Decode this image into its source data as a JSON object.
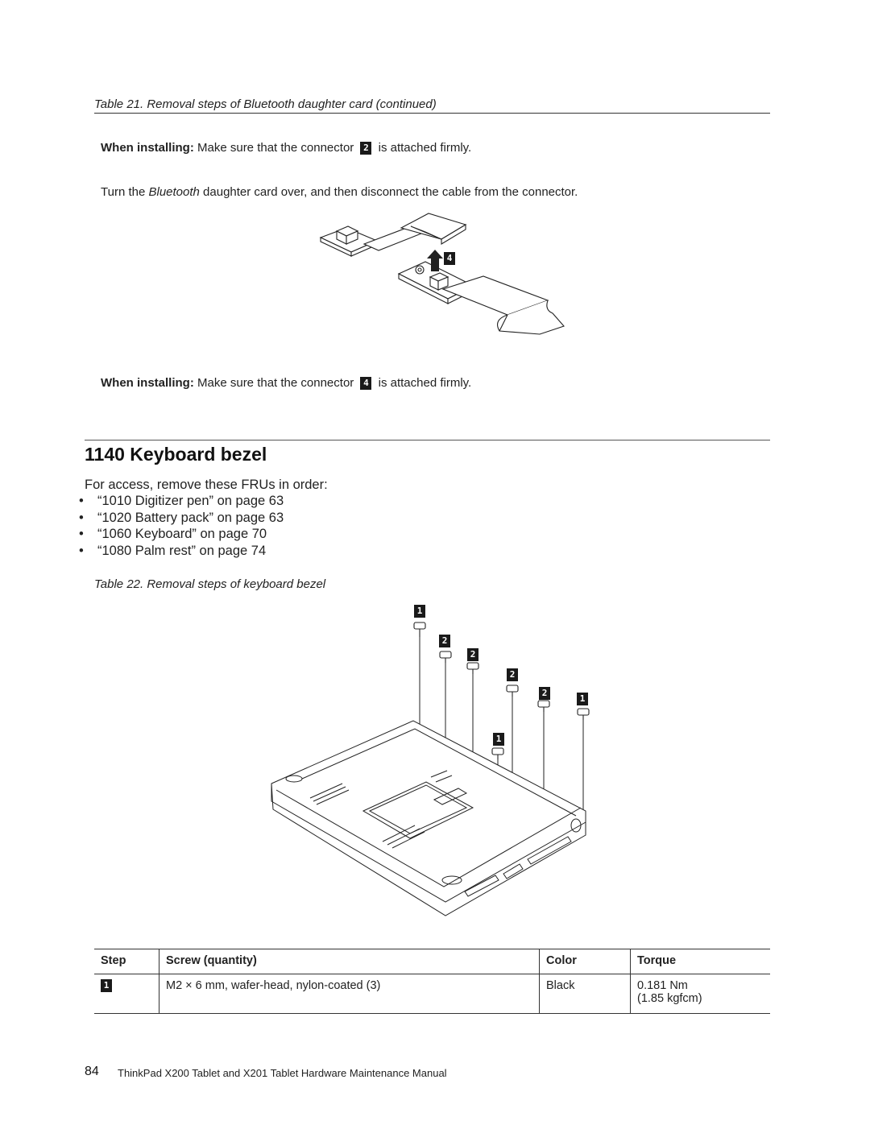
{
  "table21": {
    "caption": "Table 21. Removal steps of Bluetooth daughter card (continued)",
    "note1": {
      "label": "When installing:",
      "pre": "Make sure that the connector",
      "badge": "2",
      "post": "is attached firmly."
    },
    "instruction_pre": "Turn the ",
    "instruction_em": "Bluetooth",
    "instruction_post": " daughter card over, and then disconnect the cable from the connector.",
    "figure_badge": "4",
    "note2": {
      "label": "When installing:",
      "pre": "Make sure that the connector",
      "badge": "4",
      "post": "is attached firmly."
    }
  },
  "section": {
    "title": "1140 Keyboard bezel",
    "intro": "For access, remove these FRUs in order:",
    "frus": [
      "“1010 Digitizer pen” on page 63",
      "“1020 Battery pack” on page 63",
      "“1060 Keyboard” on page 70",
      "“1080 Palm rest” on page 74"
    ]
  },
  "table22": {
    "caption": "Table 22. Removal steps of keyboard bezel",
    "figure_badges": [
      "1",
      "2",
      "2",
      "2",
      "2",
      "1",
      "1"
    ],
    "headers": [
      "Step",
      "Screw (quantity)",
      "Color",
      "Torque"
    ],
    "row": {
      "step": "1",
      "screw": "M2 × 6 mm, wafer-head, nylon-coated (3)",
      "color": "Black",
      "torque": "0.181 Nm",
      "torque2": "(1.85 kgfcm)"
    }
  },
  "footer": {
    "page_number": "84",
    "title": "ThinkPad X200 Tablet and X201 Tablet Hardware Maintenance Manual"
  }
}
